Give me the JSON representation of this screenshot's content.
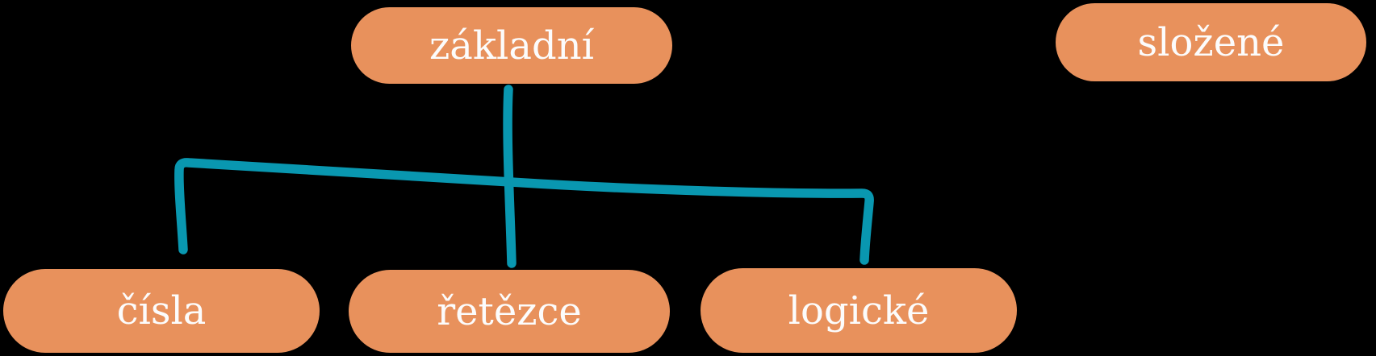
{
  "diagram": {
    "background": "#000000",
    "node_fill": "#E8915C",
    "node_text_color": "#FCFCFC",
    "connector_color": "#0997B0",
    "nodes": [
      {
        "id": "zakladni",
        "label": "základní"
      },
      {
        "id": "slozene",
        "label": "složené"
      },
      {
        "id": "cisla",
        "label": "čísla"
      },
      {
        "id": "retezce",
        "label": "řetězce"
      },
      {
        "id": "logicke",
        "label": "logické"
      }
    ],
    "edges": [
      {
        "from": "zakladni",
        "to": "cisla"
      },
      {
        "from": "zakladni",
        "to": "retezce"
      },
      {
        "from": "zakladni",
        "to": "logicke"
      }
    ]
  }
}
